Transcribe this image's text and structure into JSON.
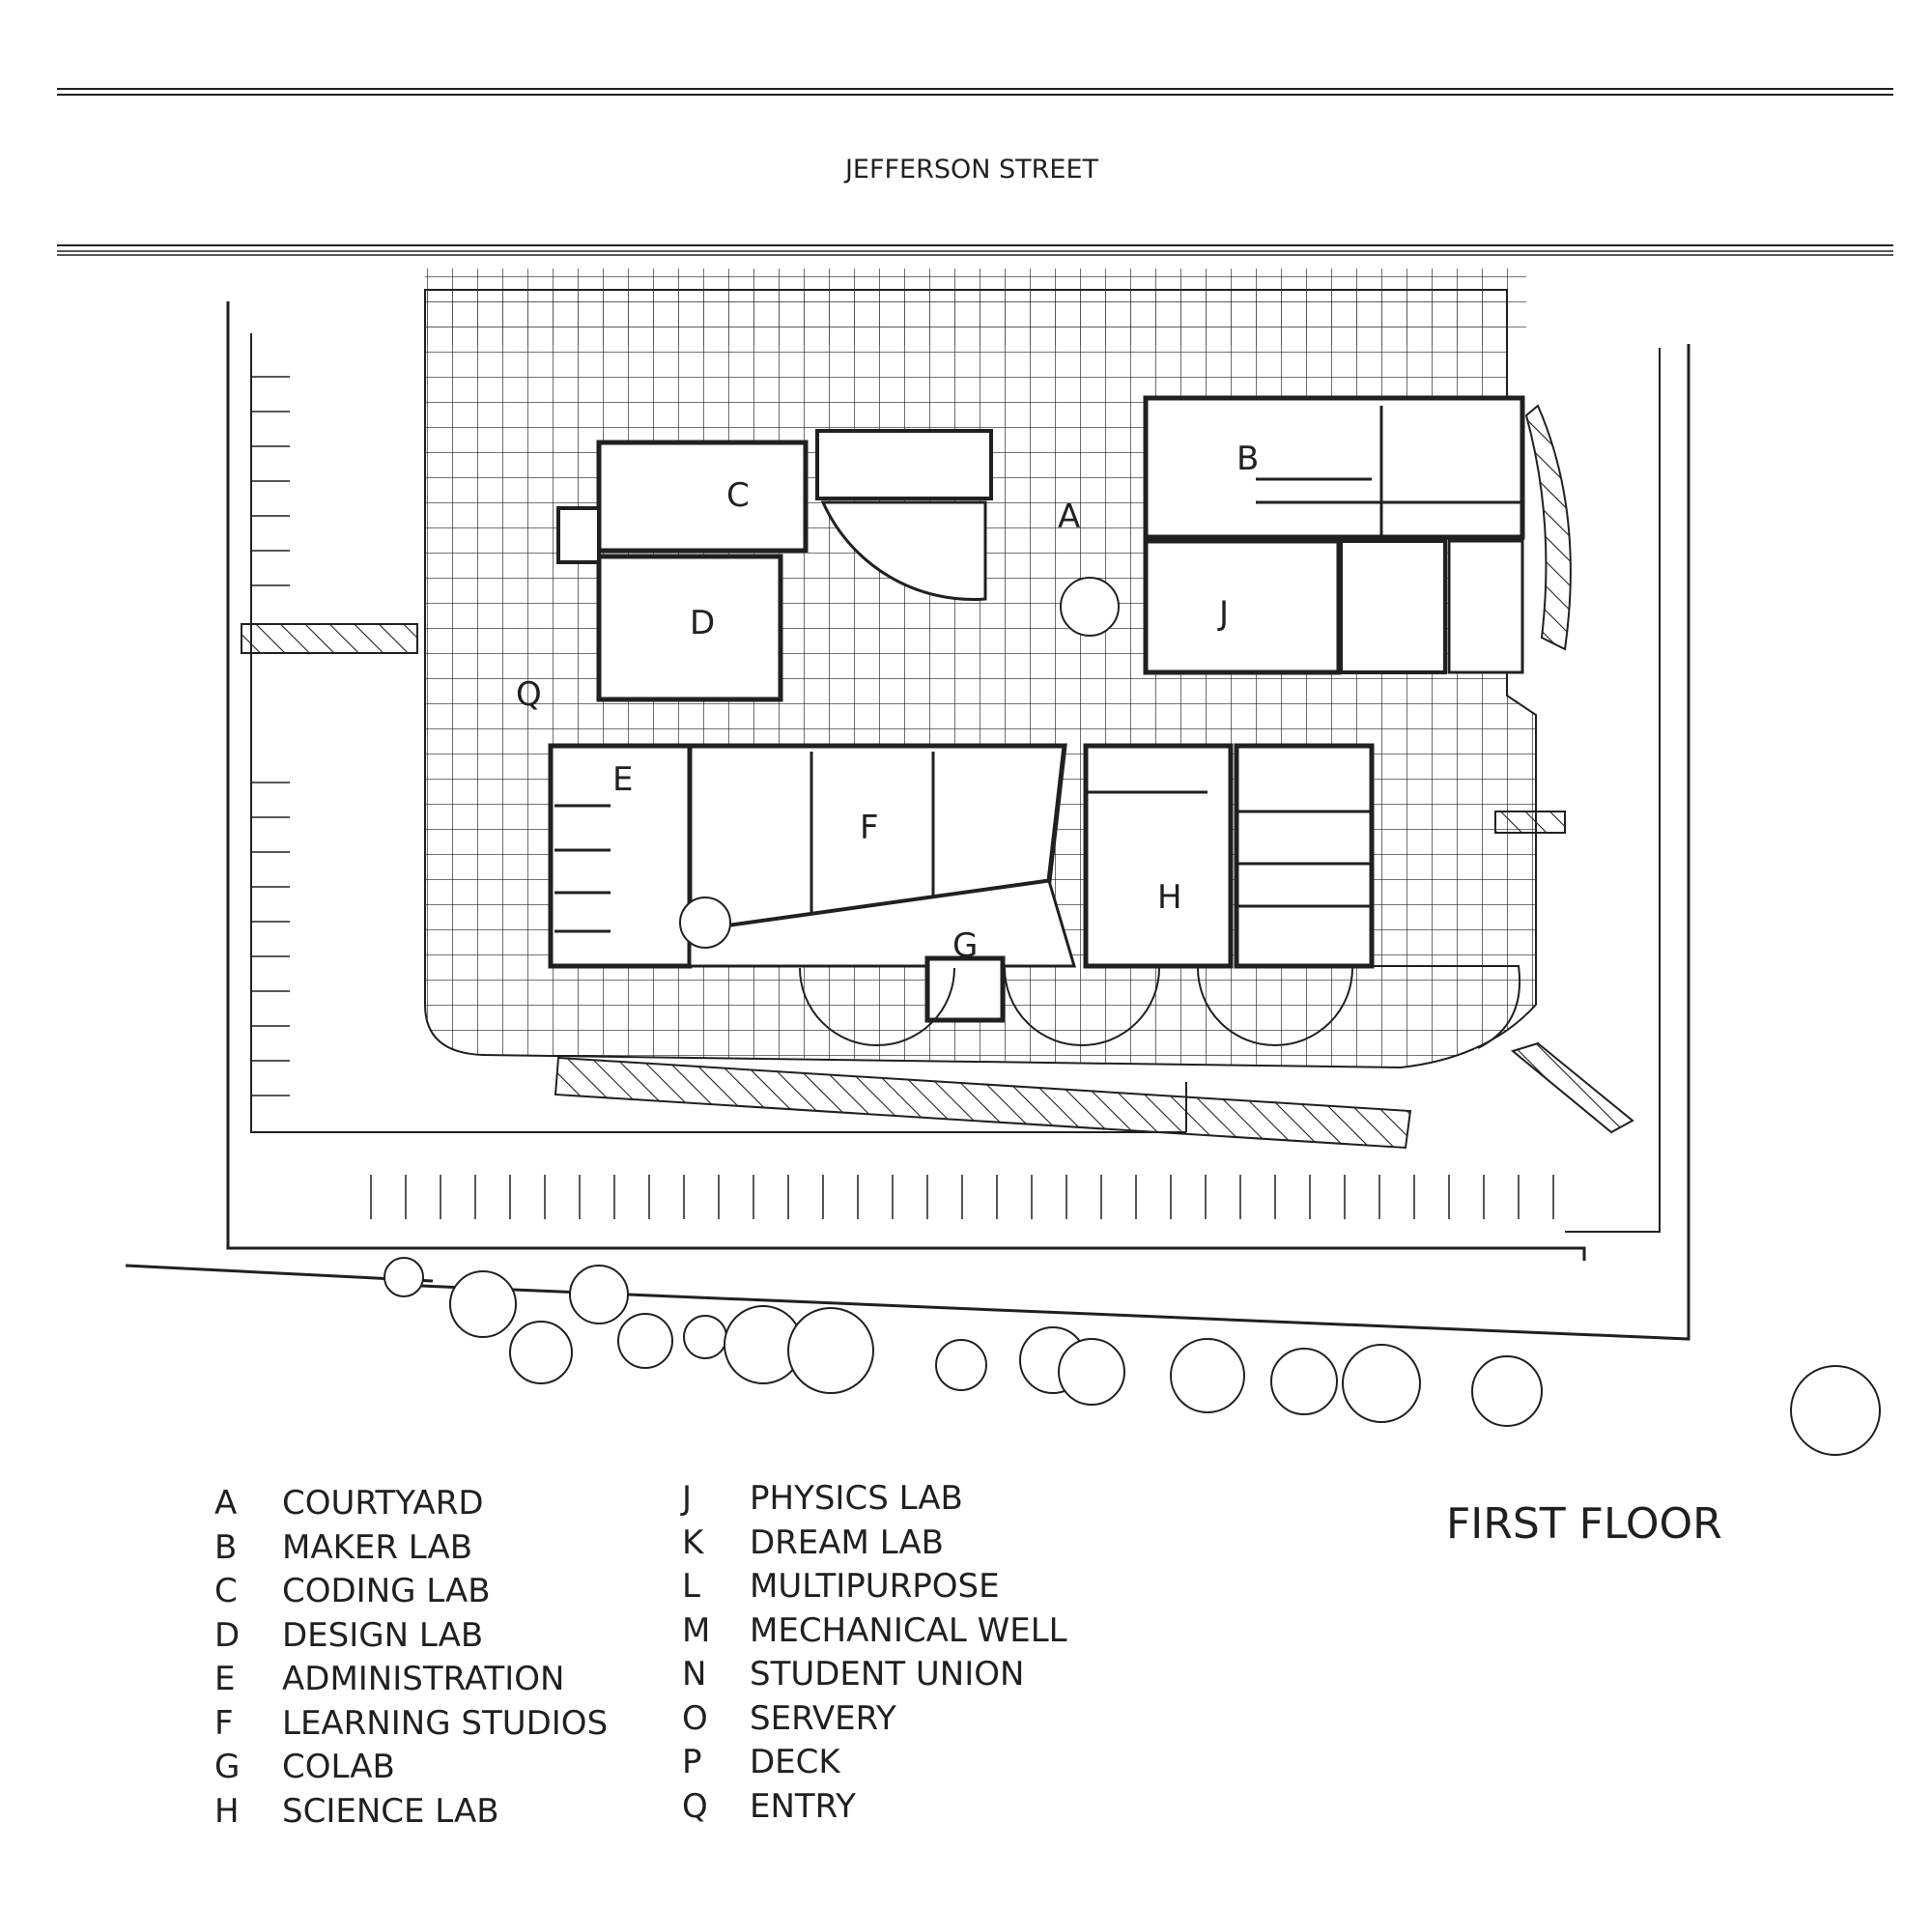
{
  "street": {
    "name": "JEFFERSON STREET"
  },
  "floor_title": "FIRST FLOOR",
  "rooms": {
    "A": "A",
    "B": "B",
    "C": "C",
    "D": "D",
    "E": "E",
    "F": "F",
    "G": "G",
    "H": "H",
    "J": "J",
    "Q": "Q"
  },
  "legend": {
    "left": [
      {
        "key": "A",
        "label": "COURTYARD"
      },
      {
        "key": "B",
        "label": "MAKER LAB"
      },
      {
        "key": "C",
        "label": "CODING LAB"
      },
      {
        "key": "D",
        "label": "DESIGN LAB"
      },
      {
        "key": "E",
        "label": "ADMINISTRATION"
      },
      {
        "key": "F",
        "label": "LEARNING STUDIOS"
      },
      {
        "key": "G",
        "label": "COLAB"
      },
      {
        "key": "H",
        "label": "SCIENCE LAB"
      }
    ],
    "right": [
      {
        "key": "J",
        "label": "PHYSICS LAB"
      },
      {
        "key": "K",
        "label": "DREAM LAB"
      },
      {
        "key": "L",
        "label": "MULTIPURPOSE"
      },
      {
        "key": "M",
        "label": "MECHANICAL WELL"
      },
      {
        "key": "N",
        "label": "STUDENT UNION"
      },
      {
        "key": "O",
        "label": "SERVERY"
      },
      {
        "key": "P",
        "label": "DECK"
      },
      {
        "key": "Q",
        "label": "ENTRY"
      }
    ]
  }
}
